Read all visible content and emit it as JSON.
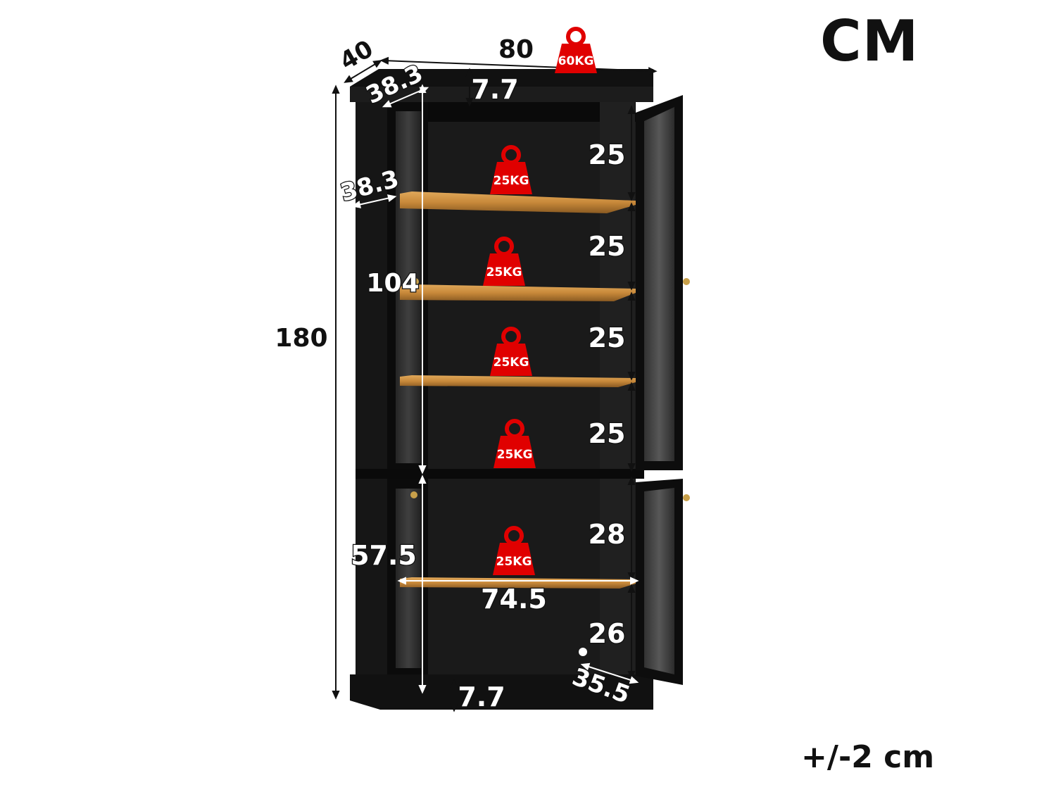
{
  "header": {
    "unit": "CM"
  },
  "footer": {
    "tolerance": "+/-2 cm"
  },
  "colors": {
    "cabinet": "#0d0d0d",
    "shelf": "#c8893a",
    "weight": "#e00000",
    "dimension": "#111111"
  },
  "dimensions": {
    "depth_outer": "40",
    "width_outer": "80",
    "depth_top_inner": "38.3",
    "top_panel": "7.7",
    "depth_side_inner": "38.3",
    "overall_height": "180",
    "upper_section_height": "104",
    "lower_section_height": "57.5",
    "shelf_width": "74.5",
    "base_height": "7.7",
    "lower_depth": "35.5",
    "gap_1": "25",
    "gap_2": "25",
    "gap_3": "25",
    "gap_4": "25",
    "gap_5": "28",
    "gap_6": "26"
  },
  "weights": {
    "top": "60KG",
    "shelf_1": "25KG",
    "shelf_2": "25KG",
    "shelf_3": "25KG",
    "shelf_4": "25KG",
    "shelf_5": "25KG"
  }
}
